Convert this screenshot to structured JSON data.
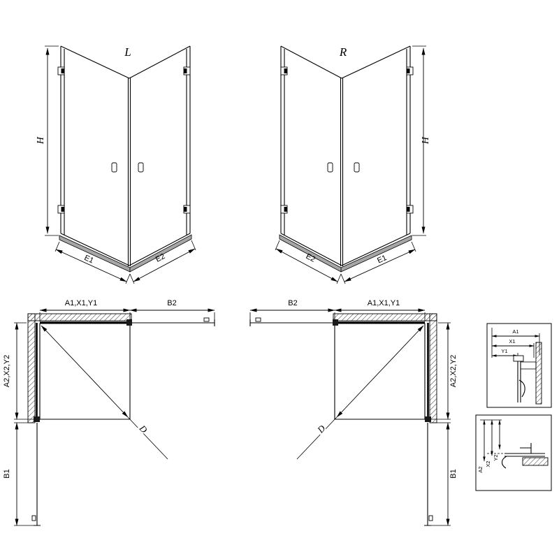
{
  "colors": {
    "line": "#000000",
    "rail_gray": "#a6a6a6",
    "background": "#ffffff"
  },
  "drawing": {
    "iso_left": {
      "label": "L",
      "h": "H",
      "e_left": "E1",
      "e_right": "E2"
    },
    "iso_right": {
      "label": "R",
      "h": "H",
      "e_left": "E2",
      "e_right": "E1"
    },
    "plan_left": {
      "top": "A1,X1,Y1",
      "top_door": "B2",
      "side": "A2,X2,Y2",
      "side_door": "B1",
      "diag": "D"
    },
    "plan_right": {
      "top": "A1,X1,Y1",
      "top_door": "B2",
      "side": "A2,X2,Y2",
      "side_door": "B1",
      "diag": "D"
    },
    "detail_top": {
      "a": "A1",
      "x": "X1",
      "y": "Y1"
    },
    "detail_bottom": {
      "a": "A2",
      "x": "X2",
      "y": "Y2"
    }
  }
}
